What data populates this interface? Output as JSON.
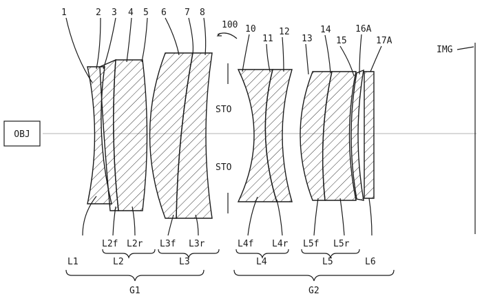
{
  "labels": {
    "n1": "1",
    "n2": "2",
    "n3": "3",
    "n4": "4",
    "n5": "5",
    "n6": "6",
    "n7": "7",
    "n8": "8",
    "ref": "100",
    "n10": "10",
    "n11": "11",
    "n12": "12",
    "n13": "13",
    "n14": "14",
    "n15": "15",
    "n16a": "16A",
    "n17a": "17A",
    "img": "IMG",
    "obj": "OBJ",
    "sto": "STO",
    "l2f": "L2f",
    "l2r": "L2r",
    "l3f": "L3f",
    "l3r": "L3r",
    "l4f": "L4f",
    "l4r": "L4r",
    "l5f": "L5f",
    "l5r": "L5r",
    "l1": "L1",
    "l2": "L2",
    "l3": "L3",
    "l4": "L4",
    "l5": "L5",
    "l6": "L6",
    "g1": "G1",
    "g2": "G2"
  }
}
